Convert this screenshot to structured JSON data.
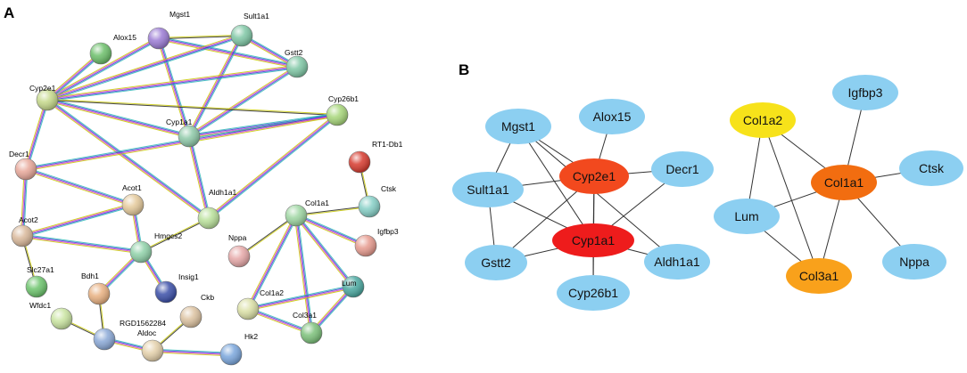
{
  "panels": {
    "a": "A",
    "b": "B"
  },
  "colors": {
    "up_red": "#ee1c1c",
    "mid_orange_red": "#f2491e",
    "orange": "#f26d10",
    "light_orange": "#f9a11b",
    "yellow": "#f7e21a",
    "blue": "#8ccff1"
  },
  "string_network": {
    "nodes": [
      {
        "id": "mgst1",
        "label": "Mgst1",
        "color": "#9b7bd4"
      },
      {
        "id": "sult1a1",
        "label": "Sult1a1",
        "color": "#7fc7a5"
      },
      {
        "id": "alox15",
        "label": "Alox15",
        "color": "#6cbf6a"
      },
      {
        "id": "gstt2",
        "label": "Gstt2",
        "color": "#7fc7a5"
      },
      {
        "id": "cyp2e1",
        "label": "Cyp2e1",
        "color": "#c5d88a"
      },
      {
        "id": "cyp26b1",
        "label": "Cyp26b1",
        "color": "#a7d67a"
      },
      {
        "id": "cyp1a1",
        "label": "Cyp1a1",
        "color": "#8ec9a8"
      },
      {
        "id": "decr1",
        "label": "Decr1",
        "color": "#e8a89a"
      },
      {
        "id": "rt1db1",
        "label": "RT1-Db1",
        "color": "#d63a2e"
      },
      {
        "id": "acot1",
        "label": "Acot1",
        "color": "#e4c99a"
      },
      {
        "id": "ctsk",
        "label": "Ctsk",
        "color": "#86cfc6"
      },
      {
        "id": "aldh1a1",
        "label": "Aldh1a1",
        "color": "#b9e09a"
      },
      {
        "id": "col1a1",
        "label": "Col1a1",
        "color": "#9ed6a2"
      },
      {
        "id": "acot2",
        "label": "Acot2",
        "color": "#d9b89a"
      },
      {
        "id": "hmgcs2",
        "label": "Hmgcs2",
        "color": "#8fd1a8"
      },
      {
        "id": "nppa",
        "label": "Nppa",
        "color": "#e6a8a8"
      },
      {
        "id": "igfbp3",
        "label": "Igfbp3",
        "color": "#e69a8e"
      },
      {
        "id": "slc27a1",
        "label": "Slc27a1",
        "color": "#6cc46c"
      },
      {
        "id": "bdh1",
        "label": "Bdh1",
        "color": "#e8b080"
      },
      {
        "id": "insig1",
        "label": "Insig1",
        "color": "#3b4fa8"
      },
      {
        "id": "lum",
        "label": "Lum",
        "color": "#4aa8a0"
      },
      {
        "id": "col1a2",
        "label": "Col1a2",
        "color": "#dbe0a6"
      },
      {
        "id": "wfdc1",
        "label": "Wfdc1",
        "color": "#c9e4a0"
      },
      {
        "id": "ckb",
        "label": "Ckb",
        "color": "#dcc2a0"
      },
      {
        "id": "col3a1",
        "label": "Col3a1",
        "color": "#7cc17a"
      },
      {
        "id": "rgd1562284",
        "label": "RGD1562284",
        "color": "#8aa8d6"
      },
      {
        "id": "aldoc",
        "label": "Aldoc",
        "color": "#e4d0aa"
      },
      {
        "id": "hk2",
        "label": "Hk2",
        "color": "#7aa6dc"
      }
    ],
    "edges": [
      [
        "mgst1",
        "cyp2e1",
        "m"
      ],
      [
        "mgst1",
        "cyp1a1",
        "m"
      ],
      [
        "mgst1",
        "gstt2",
        "m"
      ],
      [
        "mgst1",
        "sult1a1",
        "s"
      ],
      [
        "alox15",
        "cyp2e1",
        "m"
      ],
      [
        "sult1a1",
        "cyp2e1",
        "m"
      ],
      [
        "sult1a1",
        "cyp1a1",
        "m"
      ],
      [
        "sult1a1",
        "gstt2",
        "m"
      ],
      [
        "gstt2",
        "cyp2e1",
        "m"
      ],
      [
        "gstt2",
        "cyp1a1",
        "m"
      ],
      [
        "cyp2e1",
        "cyp1a1",
        "m"
      ],
      [
        "cyp2e1",
        "aldh1a1",
        "m"
      ],
      [
        "cyp2e1",
        "decr1",
        "m"
      ],
      [
        "cyp2e1",
        "cyp26b1",
        "s"
      ],
      [
        "cyp1a1",
        "cyp26b1",
        "m"
      ],
      [
        "cyp1a1",
        "aldh1a1",
        "m"
      ],
      [
        "cyp26b1",
        "aldh1a1",
        "m"
      ],
      [
        "decr1",
        "cyp26b1",
        "m"
      ],
      [
        "decr1",
        "acot1",
        "m"
      ],
      [
        "decr1",
        "acot2",
        "m"
      ],
      [
        "acot1",
        "acot2",
        "m"
      ],
      [
        "acot1",
        "hmgcs2",
        "m"
      ],
      [
        "acot2",
        "hmgcs2",
        "m"
      ],
      [
        "acot2",
        "slc27a1",
        "s"
      ],
      [
        "hmgcs2",
        "insig1",
        "m"
      ],
      [
        "hmgcs2",
        "bdh1",
        "m"
      ],
      [
        "hmgcs2",
        "aldh1a1",
        "s"
      ],
      [
        "rt1db1",
        "ctsk",
        "s"
      ],
      [
        "ctsk",
        "col1a1",
        "s"
      ],
      [
        "col1a1",
        "col1a2",
        "m"
      ],
      [
        "col1a1",
        "col3a1",
        "m"
      ],
      [
        "col1a1",
        "lum",
        "m"
      ],
      [
        "col1a1",
        "igfbp3",
        "m"
      ],
      [
        "col1a1",
        "nppa",
        "s"
      ],
      [
        "col1a2",
        "col3a1",
        "m"
      ],
      [
        "col1a2",
        "lum",
        "m"
      ],
      [
        "lum",
        "col3a1",
        "m"
      ],
      [
        "wfdc1",
        "rgd1562284",
        "s"
      ],
      [
        "rgd1562284",
        "aldoc",
        "m"
      ],
      [
        "aldoc",
        "hk2",
        "m"
      ],
      [
        "aldoc",
        "ckb",
        "s"
      ],
      [
        "bdh1",
        "rgd1562284",
        "s"
      ]
    ]
  },
  "hub_network": {
    "nodes": [
      {
        "id": "mgst1",
        "label": "Mgst1",
        "level": "blue"
      },
      {
        "id": "alox15",
        "label": "Alox15",
        "level": "blue"
      },
      {
        "id": "sult1a1",
        "label": "Sult1a1",
        "level": "blue"
      },
      {
        "id": "cyp2e1",
        "label": "Cyp2e1",
        "level": "mid_orange_red"
      },
      {
        "id": "decr1",
        "label": "Decr1",
        "level": "blue"
      },
      {
        "id": "cyp1a1",
        "label": "Cyp1a1",
        "level": "up_red"
      },
      {
        "id": "gstt2",
        "label": "Gstt2",
        "level": "blue"
      },
      {
        "id": "aldh1a1",
        "label": "Aldh1a1",
        "level": "blue"
      },
      {
        "id": "cyp26b1",
        "label": "Cyp26b1",
        "level": "blue"
      },
      {
        "id": "col1a2",
        "label": "Col1a2",
        "level": "yellow"
      },
      {
        "id": "igfbp3",
        "label": "Igfbp3",
        "level": "blue"
      },
      {
        "id": "col1a1",
        "label": "Col1a1",
        "level": "orange"
      },
      {
        "id": "ctsk",
        "label": "Ctsk",
        "level": "blue"
      },
      {
        "id": "lum",
        "label": "Lum",
        "level": "blue"
      },
      {
        "id": "col3a1",
        "label": "Col3a1",
        "level": "light_orange"
      },
      {
        "id": "nppa",
        "label": "Nppa",
        "level": "blue"
      }
    ],
    "edges": [
      [
        "mgst1",
        "sult1a1"
      ],
      [
        "mgst1",
        "cyp2e1"
      ],
      [
        "mgst1",
        "cyp1a1"
      ],
      [
        "mgst1",
        "aldh1a1"
      ],
      [
        "alox15",
        "cyp2e1"
      ],
      [
        "sult1a1",
        "cyp2e1"
      ],
      [
        "sult1a1",
        "cyp1a1"
      ],
      [
        "sult1a1",
        "gstt2"
      ],
      [
        "cyp2e1",
        "decr1"
      ],
      [
        "cyp2e1",
        "cyp1a1"
      ],
      [
        "cyp2e1",
        "gstt2"
      ],
      [
        "cyp2e1",
        "cyp26b1"
      ],
      [
        "decr1",
        "cyp1a1"
      ],
      [
        "cyp1a1",
        "gstt2"
      ],
      [
        "cyp1a1",
        "aldh1a1"
      ],
      [
        "cyp1a1",
        "cyp26b1"
      ],
      [
        "col1a2",
        "lum"
      ],
      [
        "col1a2",
        "col1a1"
      ],
      [
        "col1a2",
        "col3a1"
      ],
      [
        "igfbp3",
        "col1a1"
      ],
      [
        "col1a1",
        "ctsk"
      ],
      [
        "col1a1",
        "lum"
      ],
      [
        "col1a1",
        "col3a1"
      ],
      [
        "col1a1",
        "nppa"
      ],
      [
        "lum",
        "col3a1"
      ]
    ]
  }
}
